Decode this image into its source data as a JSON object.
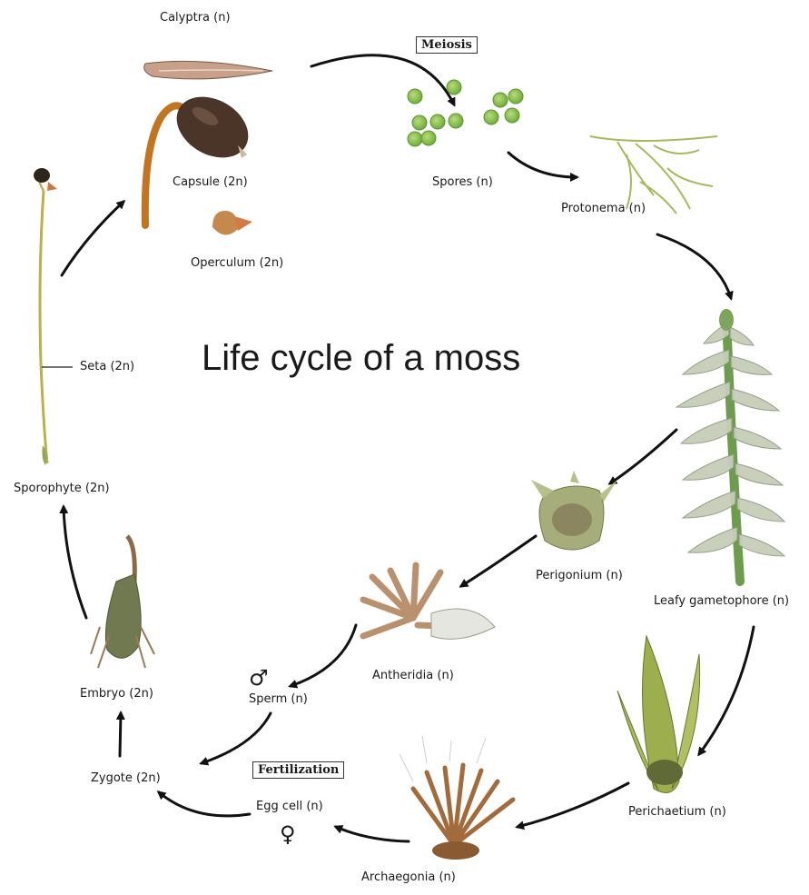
{
  "title": "Life cycle of a moss",
  "stages": {
    "calyptra": "Calyptra (n)",
    "capsule": "Capsule (2n)",
    "operculum": "Operculum  (2n)",
    "spores": "Spores (n)",
    "protonema": "Protonema (n)",
    "seta": "Seta (2n)",
    "sporophyte": "Sporophyte (2n)",
    "perigonium": "Perigonium (n)",
    "leafy_gametophore": "Leafy gametophore (n)",
    "antheridia": "Antheridia (n)",
    "sperm": "Sperm (n)",
    "embryo": "Embryo (2n)",
    "zygote": "Zygote (2n)",
    "egg_cell": "Egg cell (n)",
    "perichaetium": "Perichaetium (n)",
    "archaegonia": "Archaegonia (n)"
  },
  "processes": {
    "meiosis": "Meiosis",
    "fertilization": "Fertilization"
  },
  "symbols": {
    "male": "♂",
    "female": "♀"
  }
}
